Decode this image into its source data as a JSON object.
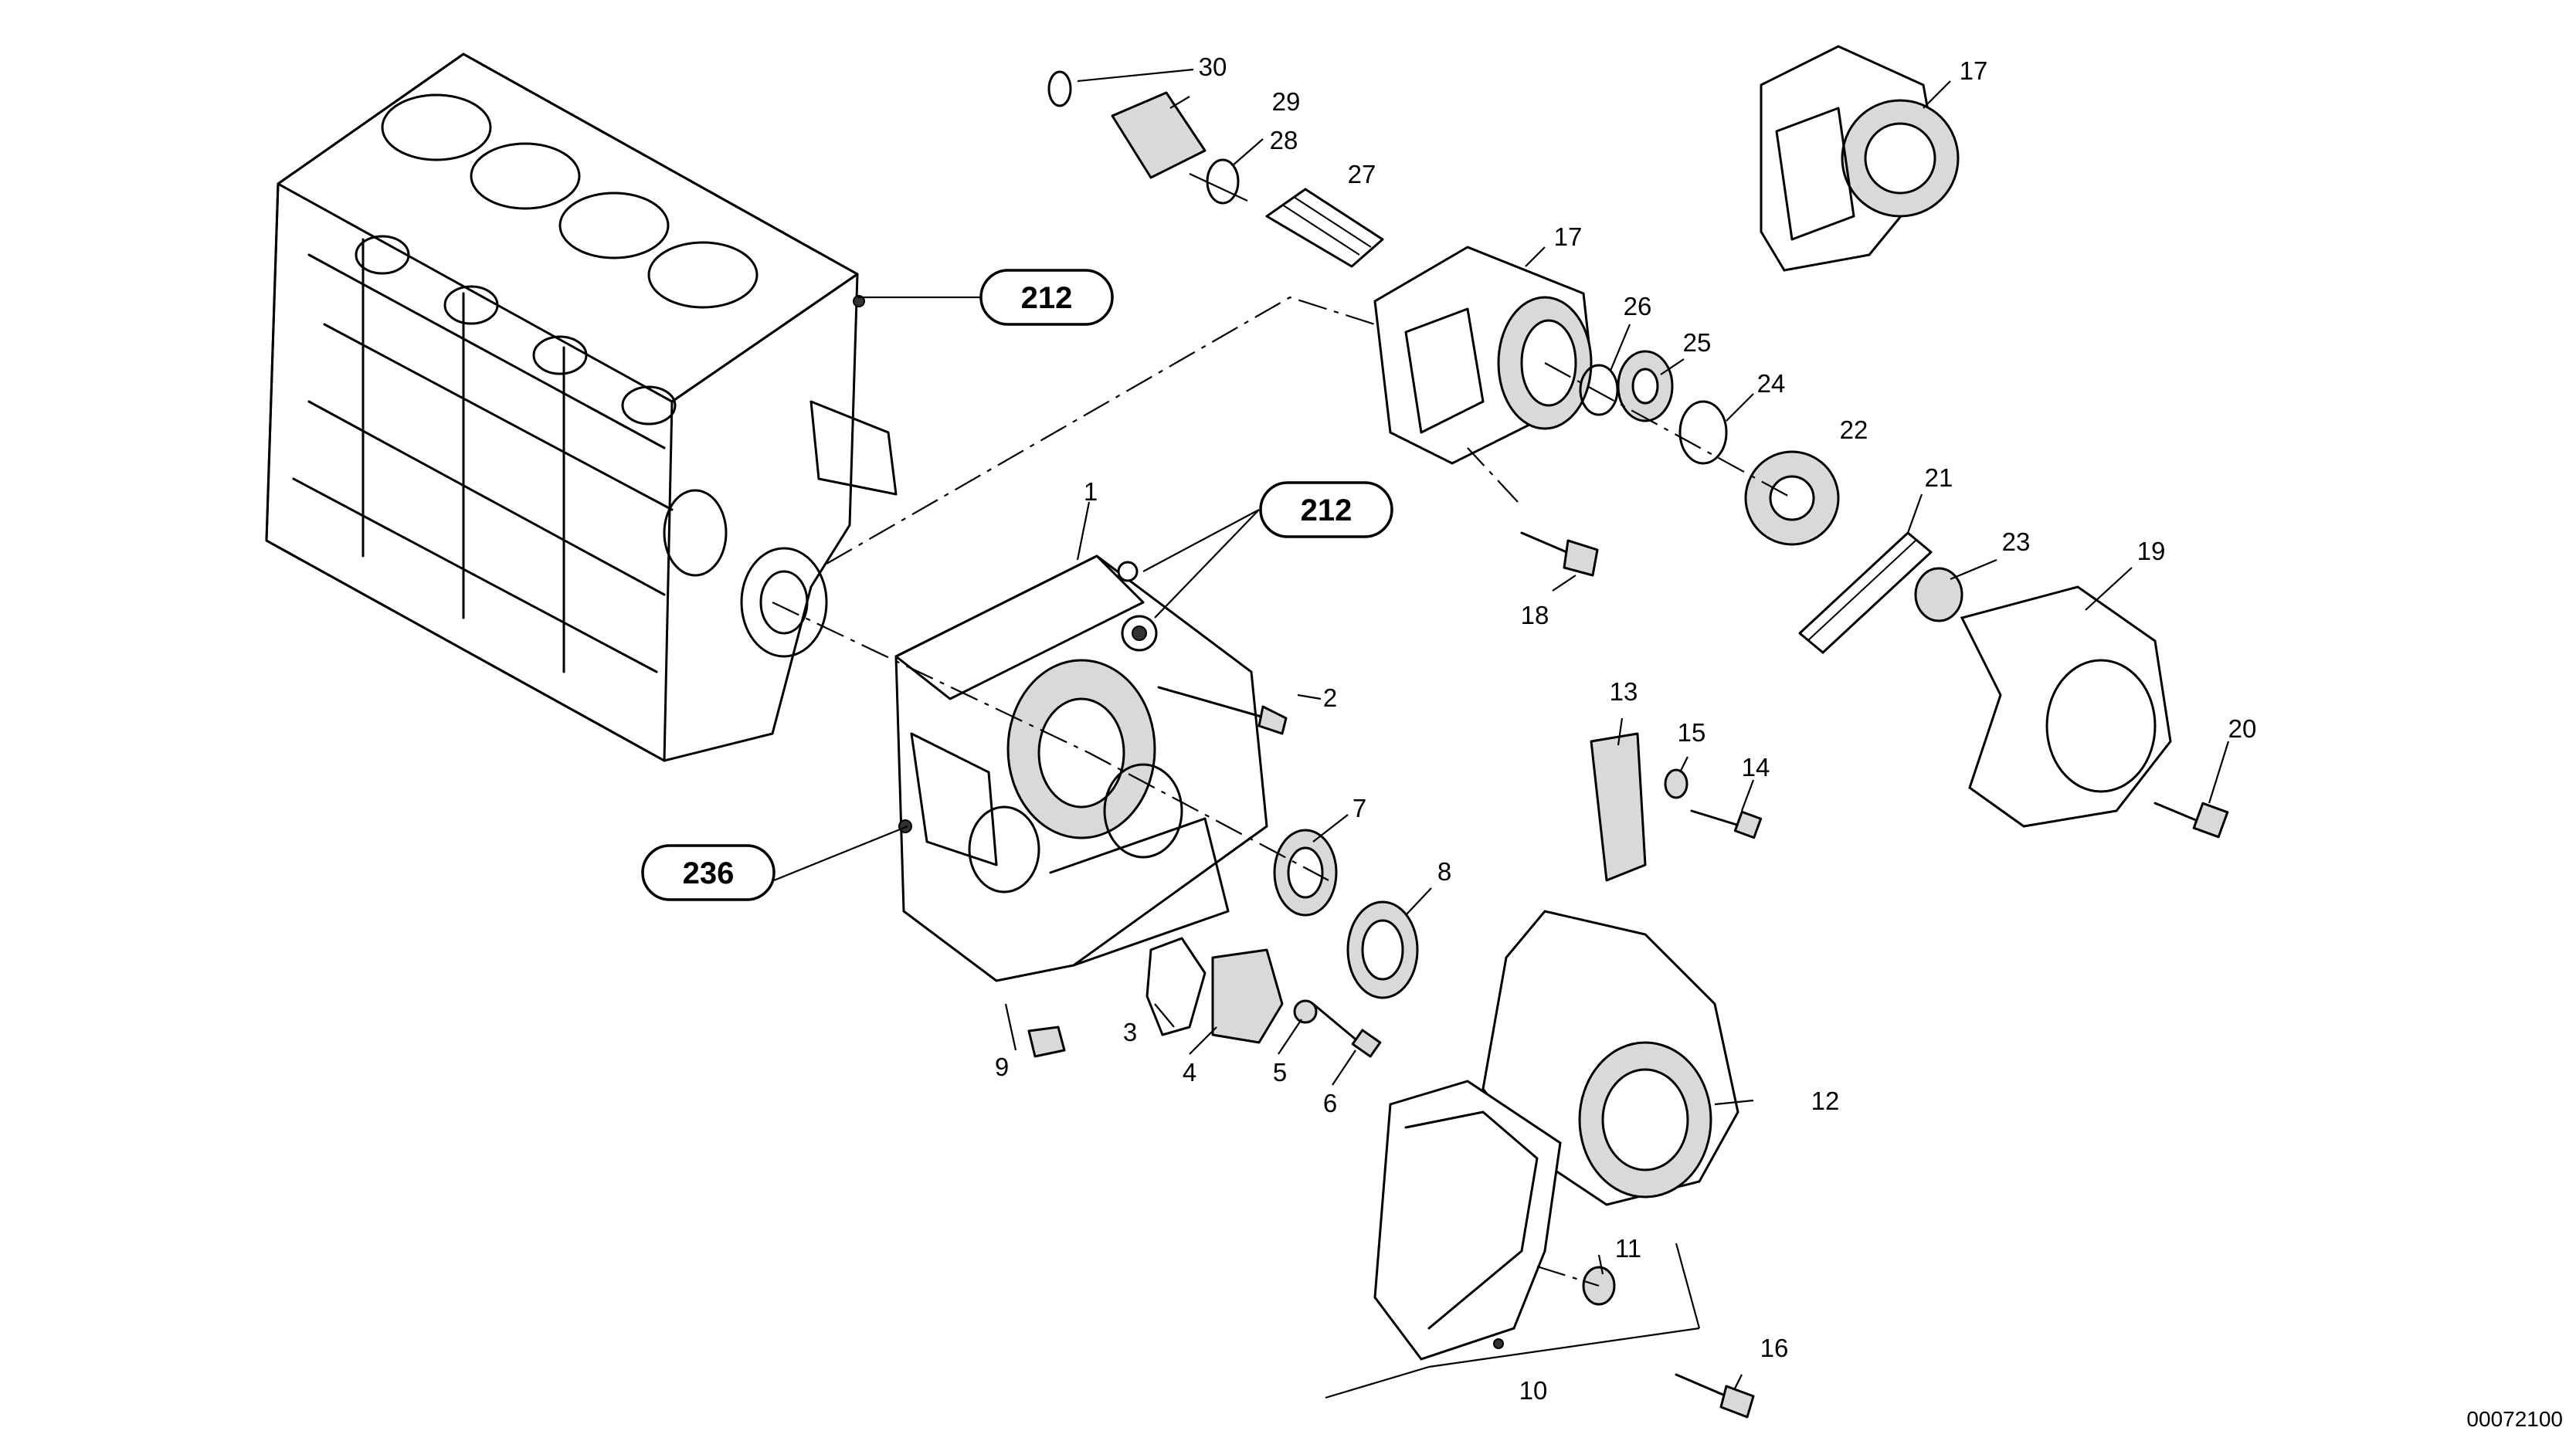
{
  "part_labels": {
    "p1": "1",
    "p2": "2",
    "p3": "3",
    "p4": "4",
    "p5": "5",
    "p6": "6",
    "p7": "7",
    "p8": "8",
    "p9": "9",
    "p10": "10",
    "p11": "11",
    "p12": "12",
    "p13": "13",
    "p14": "14",
    "p15": "15",
    "p16": "16",
    "p17a": "17",
    "p17b": "17",
    "p18": "18",
    "p19": "19",
    "p20": "20",
    "p21": "21",
    "p22": "22",
    "p23": "23",
    "p24": "24",
    "p25": "25",
    "p26": "26",
    "p27": "27",
    "p28": "28",
    "p29": "29",
    "p30": "30"
  },
  "reference_labels": {
    "ref_block": "212",
    "ref_cover": "212",
    "ref_pump": "236"
  },
  "document_number": "00072100"
}
